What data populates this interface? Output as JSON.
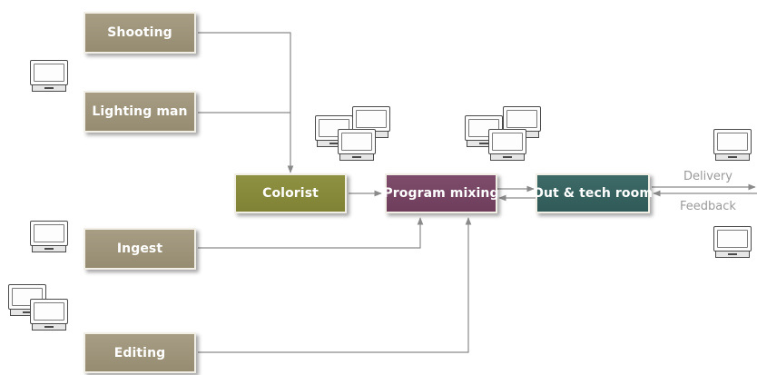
{
  "nodes": {
    "shooting": "Shooting",
    "lighting_man": "Lighting man",
    "ingest": "Ingest",
    "editing": "Editing",
    "colorist": "Colorist",
    "program_mixing": "Program mixing",
    "out_tech_room": "Out & tech room"
  },
  "edges": {
    "delivery": "Delivery",
    "feedback": "Feedback"
  },
  "colors": {
    "tan": "#9e947b",
    "olive": "#87893b",
    "purple": "#774564",
    "teal": "#376260",
    "wire": "#8a8a8a"
  },
  "icons": [
    "monitor-icon"
  ]
}
